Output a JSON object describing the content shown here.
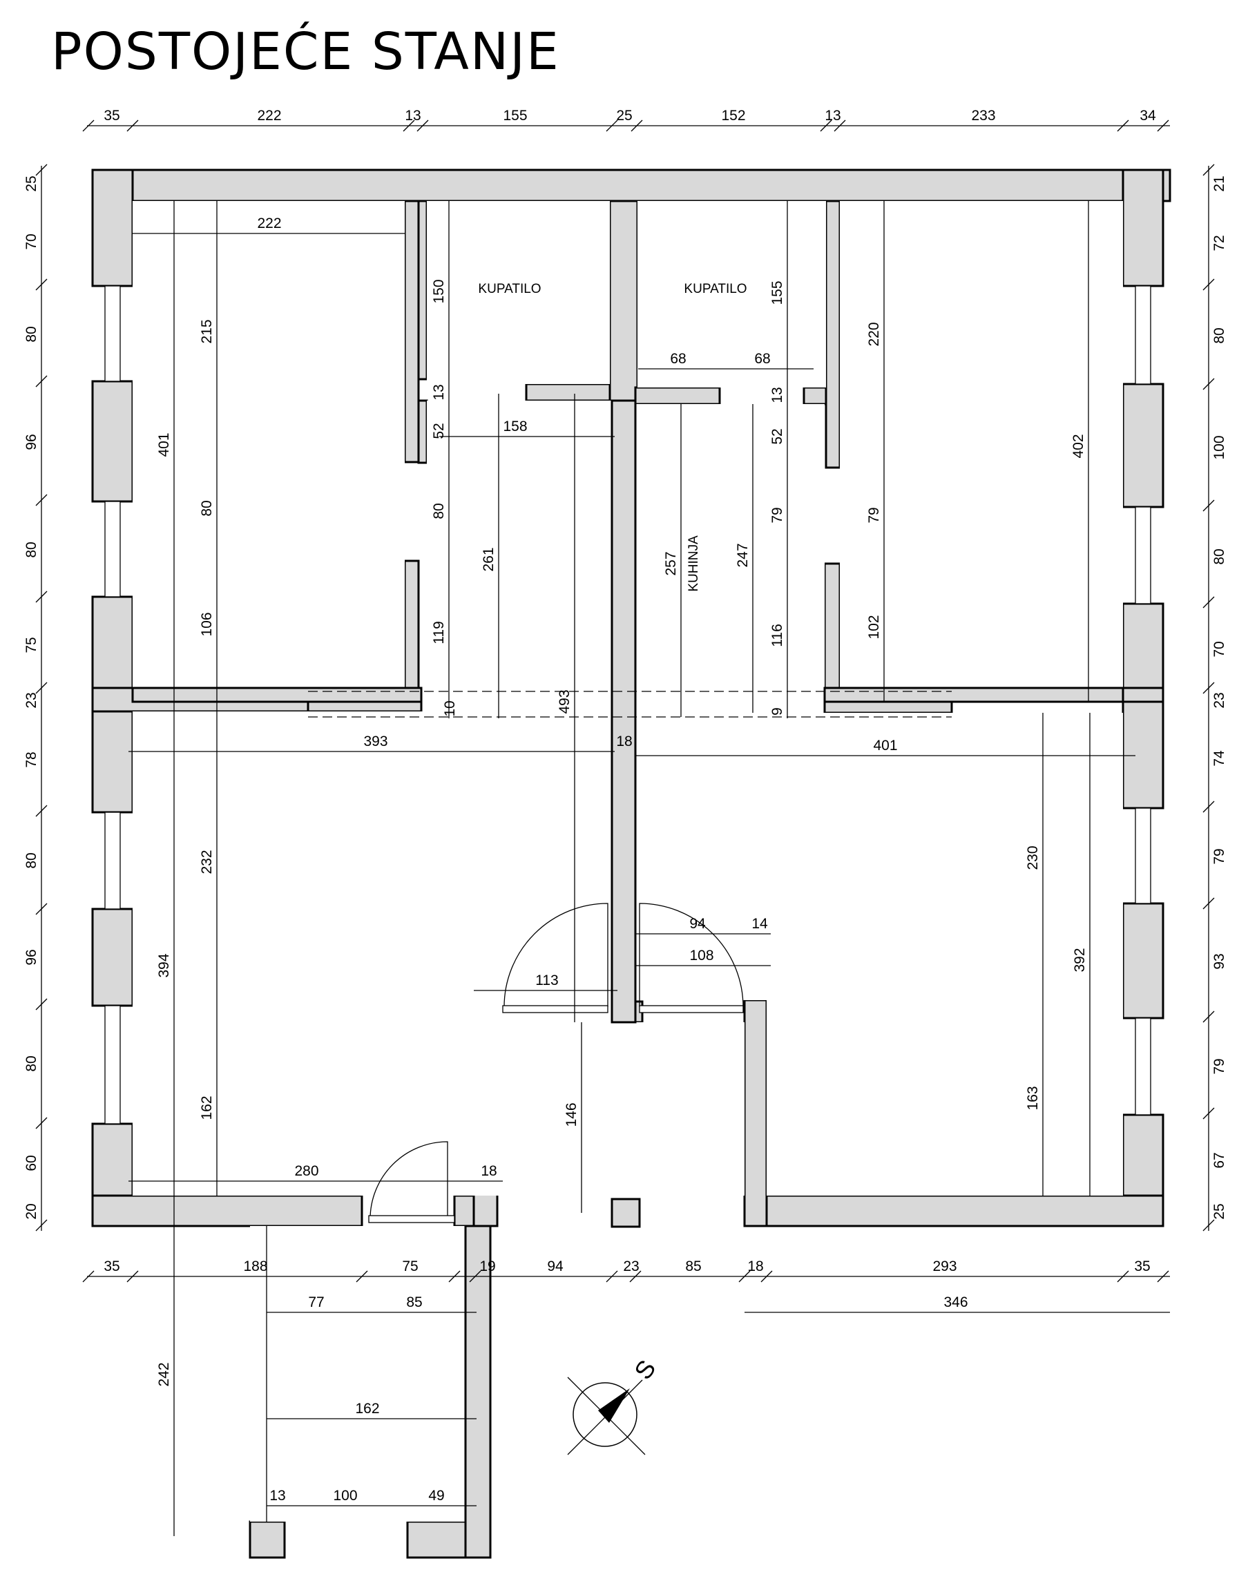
{
  "title": "POSTOJEĆE STANJE",
  "rooms": {
    "bath_left": "KUPATILO",
    "bath_right": "KUPATILO",
    "kitchen": "KUHINJA"
  },
  "compass": {
    "label": "S"
  },
  "dimensions": {
    "top": [
      "35",
      "222",
      "13",
      "155",
      "25",
      "152",
      "13",
      "233",
      "34"
    ],
    "left": [
      "25",
      "70",
      "80",
      "96",
      "80",
      "75",
      "23",
      "78",
      "80",
      "96",
      "80",
      "60",
      "20"
    ],
    "right": [
      "21",
      "72",
      "80",
      "100",
      "80",
      "70",
      "23",
      "74",
      "79",
      "93",
      "79",
      "67",
      "25"
    ],
    "bottom": [
      "35",
      "188",
      "75",
      "19",
      "94",
      "23",
      "85",
      "18",
      "293",
      "35"
    ],
    "bottom_total": "346",
    "room_nw": {
      "width": "222",
      "height": "401",
      "seg1": "215",
      "seg2": "80",
      "seg3": "106"
    },
    "bath_left": {
      "h1": "150",
      "h2": "13",
      "h3": "52",
      "h4": "80",
      "h5": "119",
      "h6": "10",
      "hall_w": "158",
      "hall_h": "261"
    },
    "bath_right": {
      "w1": "68",
      "w2": "68",
      "h1": "155",
      "h2": "13",
      "h3": "52",
      "h4": "79",
      "h5": "116",
      "h6": "9",
      "hall_h": "247"
    },
    "kitchen_h": "257",
    "center_h": "493",
    "room_ne": {
      "h1": "220",
      "h2": "79",
      "h3": "102",
      "height": "402"
    },
    "room_sw": {
      "width": "393",
      "wall": "18",
      "height": "394",
      "h1": "232",
      "h2": "162",
      "w2": "280",
      "w3": "18",
      "door_w": "113"
    },
    "room_se": {
      "width": "401",
      "height": "392",
      "h1": "230",
      "h2": "163",
      "d1": "94",
      "d2": "14",
      "d3": "108"
    },
    "entry_h": "146",
    "porch": {
      "height": "242",
      "w1": "77",
      "w2": "85",
      "w3": "162",
      "w4": "13",
      "w5": "100",
      "w6": "49"
    }
  }
}
